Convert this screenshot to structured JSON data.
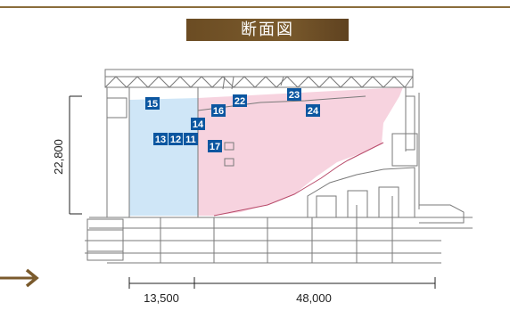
{
  "title": "断面図",
  "dimensions": {
    "height": "22,800",
    "width_stage": "13,500",
    "width_hall": "48,000"
  },
  "markers": [
    "15",
    "16",
    "22",
    "23",
    "24",
    "14",
    "13",
    "12",
    "11",
    "17"
  ],
  "colors": {
    "accent": "#7a5a2c",
    "marker": "#0b56a0",
    "stage_zone": "#cfe6f7",
    "hall_zone": "#f7d3df"
  },
  "icons": {
    "nav_arrow": "arrow-right-icon"
  }
}
